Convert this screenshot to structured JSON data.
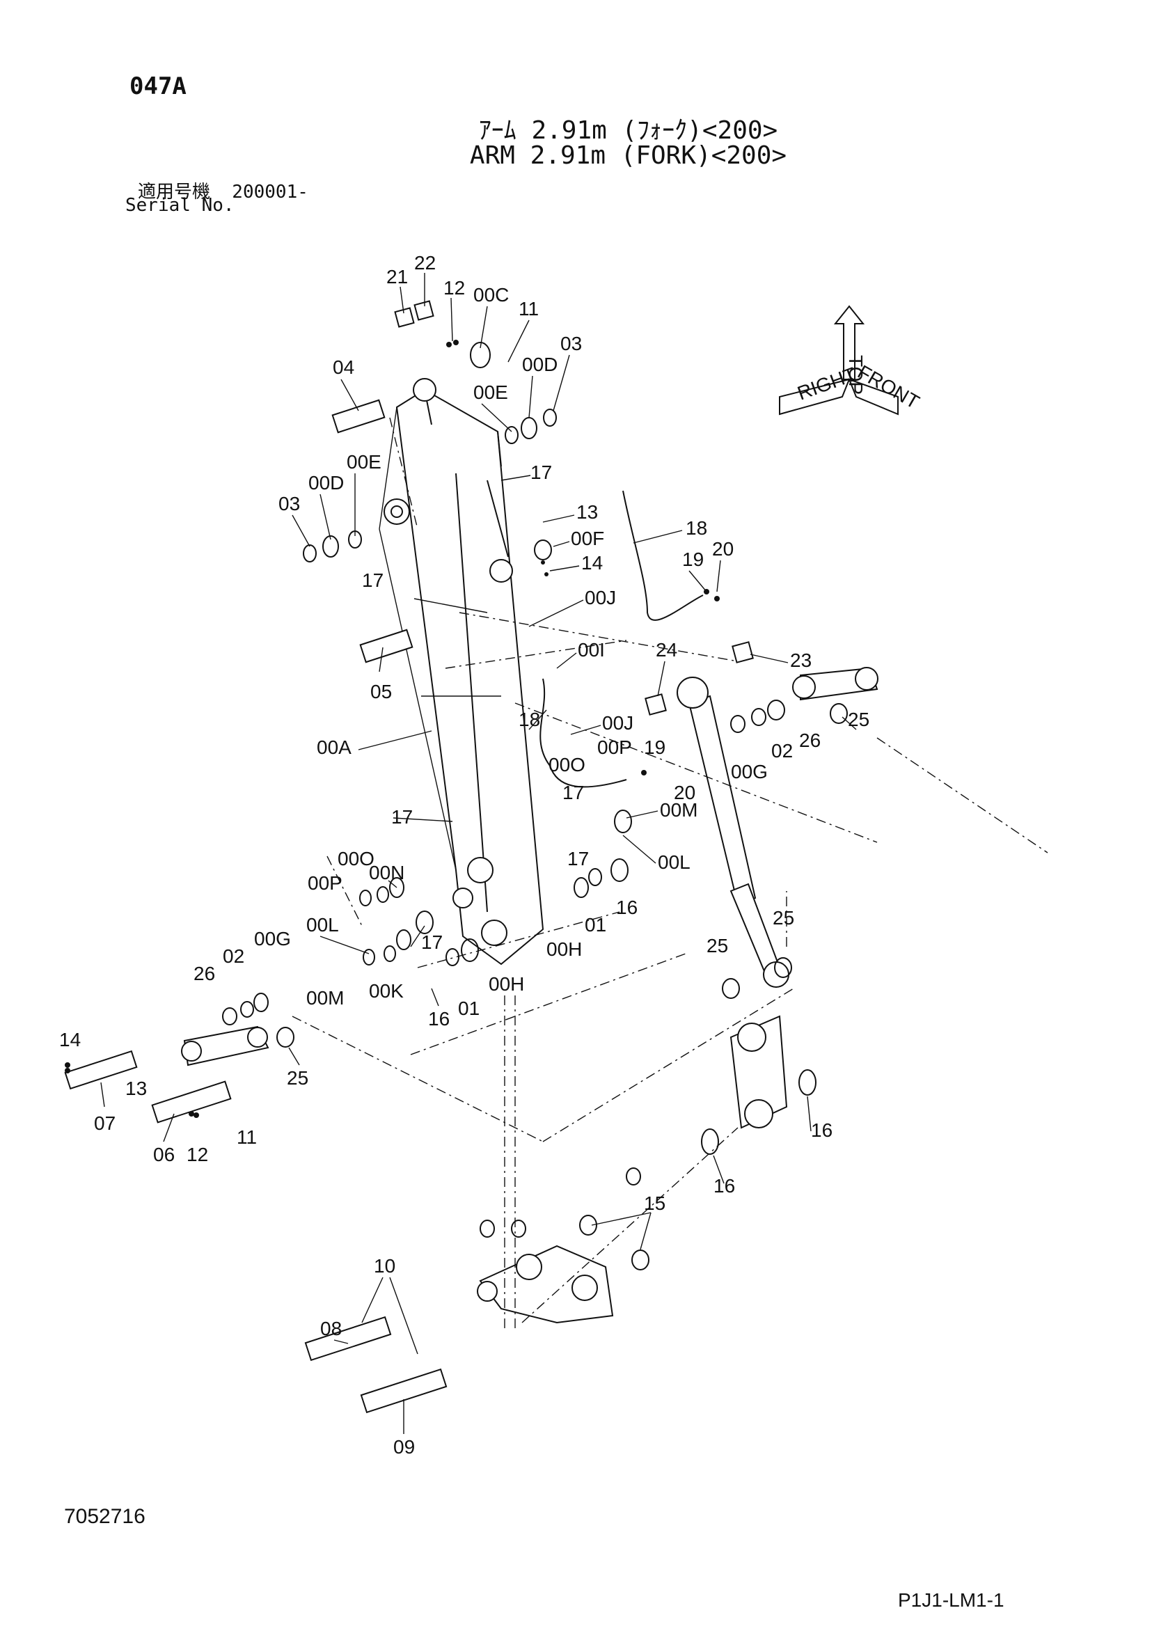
{
  "header": {
    "page_code": "047A",
    "title_jp": "ｱｰﾑ 2.91m (ﾌｫｰｸ)<200>",
    "title_en": "ARM 2.91m (FORK)<200>",
    "serial_label_jp": "適用号機  200001-",
    "serial_label_en": "Serial No."
  },
  "orientation_labels": [
    "TOP",
    "FRONT",
    "RIGHT"
  ],
  "callouts": [
    "21",
    "22",
    "12",
    "00C",
    "11",
    "03",
    "04",
    "00D",
    "00E",
    "00E",
    "00D",
    "03",
    "17",
    "17",
    "13",
    "00F",
    "14",
    "18",
    "19",
    "20",
    "00J",
    "05",
    "00I",
    "24",
    "23",
    "00J",
    "18",
    "00A",
    "00O",
    "00P",
    "19",
    "20",
    "02",
    "26",
    "25",
    "00G",
    "00M",
    "17",
    "17",
    "00N",
    "00O",
    "00P",
    "00L",
    "17",
    "01",
    "16",
    "00L",
    "00G",
    "02",
    "26",
    "00H",
    "00M",
    "00K",
    "17",
    "16",
    "01",
    "00H",
    "25",
    "25",
    "14",
    "13",
    "07",
    "06",
    "12",
    "11",
    "25",
    "16",
    "16",
    "15",
    "10",
    "08",
    "09"
  ],
  "footer": {
    "doc_number": "7052716",
    "page_ref": "P1J1-LM1-1"
  }
}
